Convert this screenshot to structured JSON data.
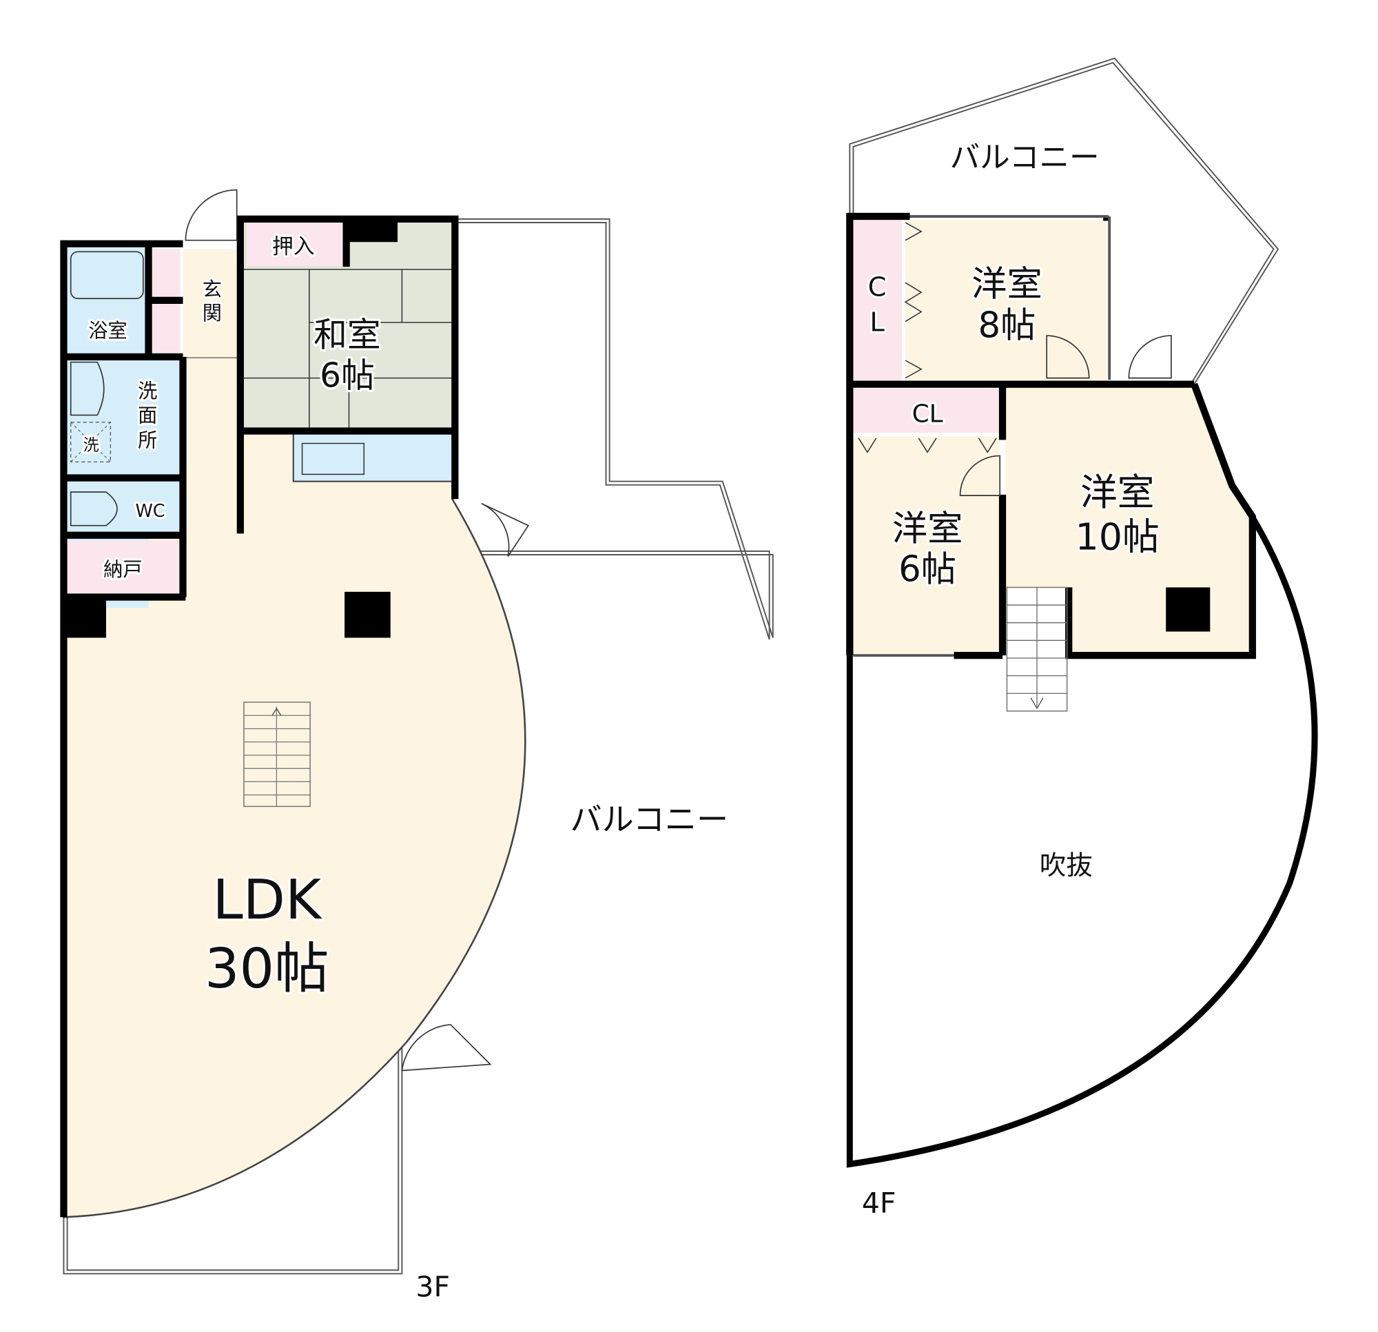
{
  "colors": {
    "living": "#fdf5e2",
    "wet": "#d5eefa",
    "closet": "#fbe6ee",
    "tatami": "#e2e7da",
    "wall": "#000000",
    "balcony": "#ffffff"
  },
  "floor3": {
    "label": "3F",
    "rooms": {
      "ldk": {
        "name": "LDK",
        "size": "30帖"
      },
      "washitsu": {
        "name": "和室",
        "size": "6帖"
      },
      "oshiire": {
        "name": "押入"
      },
      "genkan": {
        "name": "玄関"
      },
      "bath": {
        "name": "浴室"
      },
      "washroom": {
        "name": "洗面所"
      },
      "washer": {
        "name": "洗"
      },
      "wc": {
        "name": "WC"
      },
      "storage": {
        "name": "納戸"
      },
      "balcony": {
        "name": "バルコニー"
      }
    }
  },
  "floor4": {
    "label": "4F",
    "rooms": {
      "western8": {
        "name": "洋室",
        "size": "8帖"
      },
      "western6": {
        "name": "洋室",
        "size": "6帖"
      },
      "western10": {
        "name": "洋室",
        "size": "10帖"
      },
      "cl_vertical": {
        "c": "C",
        "l": "L"
      },
      "cl_horizontal": {
        "name": "CL"
      },
      "atrium": {
        "name": "吹抜"
      },
      "balcony": {
        "name": "バルコニー"
      }
    }
  }
}
